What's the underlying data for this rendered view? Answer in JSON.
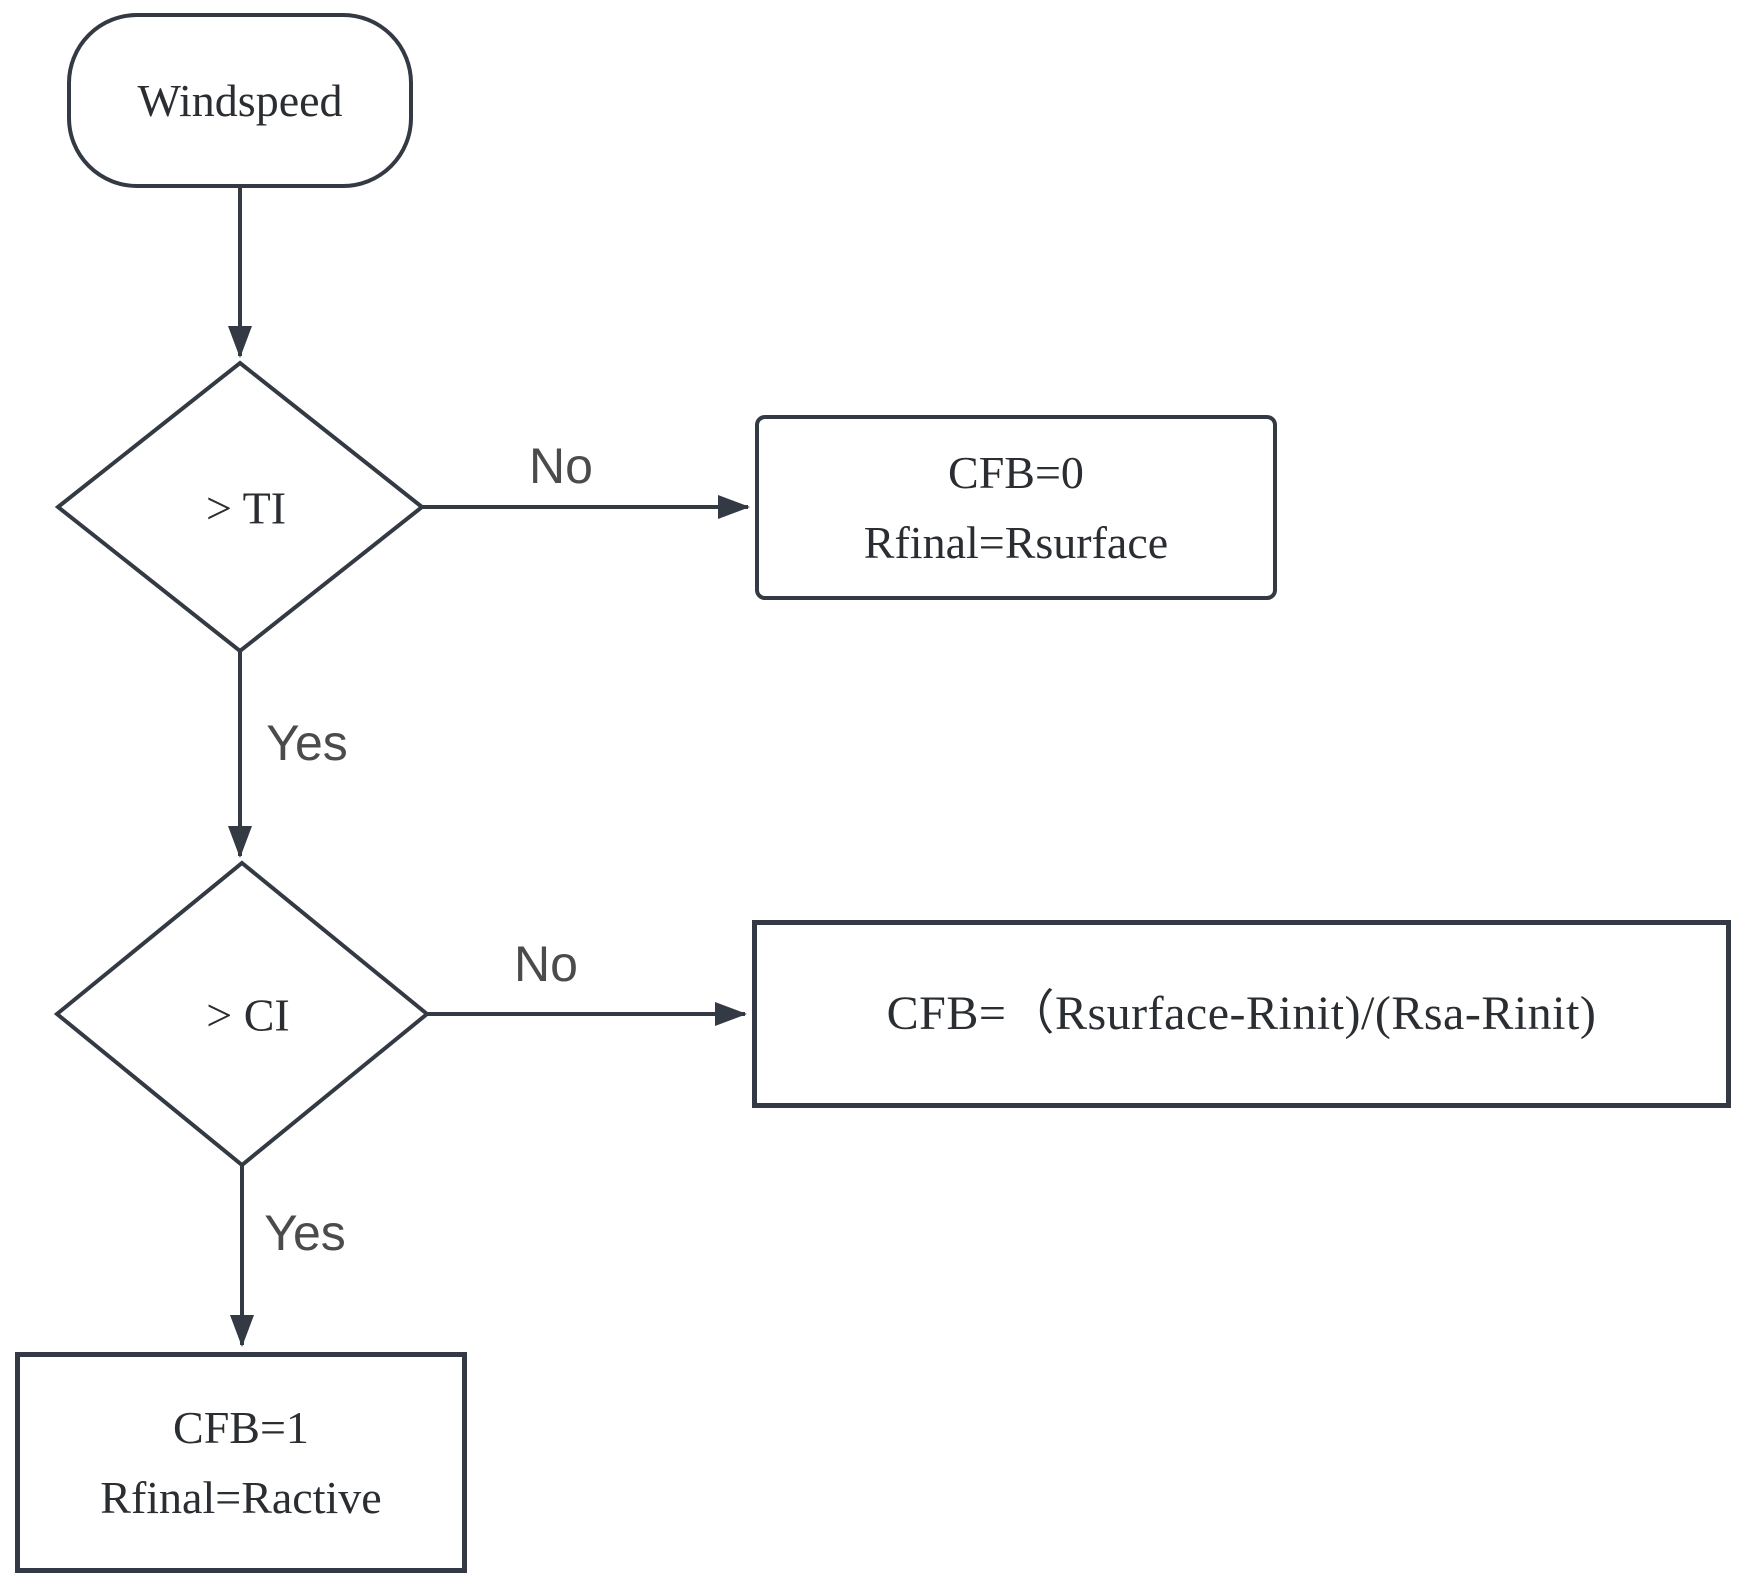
{
  "diagram": {
    "title": "Windspeed CFB decision flowchart",
    "colors": {
      "background": "#ffffff",
      "stroke": "#333a43",
      "node_text": "#2a2d31",
      "edge_label_text": "#4b4b4b"
    },
    "nodes": [
      {
        "id": "start",
        "type": "terminator",
        "label": "Windspeed"
      },
      {
        "id": "decision-ti",
        "type": "decision",
        "label": "> TI"
      },
      {
        "id": "cfb0",
        "type": "process",
        "lines": [
          "CFB=0",
          "Rfinal=Rsurface"
        ]
      },
      {
        "id": "decision-ci",
        "type": "decision",
        "label": "> CI"
      },
      {
        "id": "formula",
        "type": "process",
        "lines": [
          "CFB=（Rsurface-Rinit)/(Rsa-Rinit)"
        ]
      },
      {
        "id": "cfb1",
        "type": "process",
        "lines": [
          "CFB=1",
          "Rfinal=Ractive"
        ]
      }
    ],
    "edges": [
      {
        "from": "start",
        "to": "decision-ti",
        "label": ""
      },
      {
        "from": "decision-ti",
        "to": "cfb0",
        "label": "No"
      },
      {
        "from": "decision-ti",
        "to": "decision-ci",
        "label": "Yes"
      },
      {
        "from": "decision-ci",
        "to": "formula",
        "label": "No"
      },
      {
        "from": "decision-ci",
        "to": "cfb1",
        "label": "Yes"
      }
    ]
  }
}
